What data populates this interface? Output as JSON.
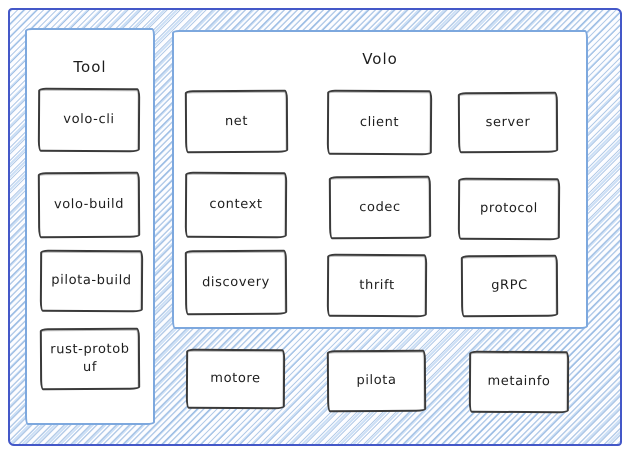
{
  "diagram": {
    "style": "hand-drawn-sketch",
    "colors": {
      "frame_border": "#4458c8",
      "hatch_line": "#6e9bd2",
      "hatch_line_light": "#a5c8ee",
      "panel_border": "#7da8de",
      "node_border": "#3a3a3a",
      "node_fill": "#ffffff",
      "text": "#1d1d1d"
    },
    "tool_panel": {
      "title": "Tool",
      "items": [
        "volo-cli",
        "volo-build",
        "pilota-build",
        "rust-protobuf"
      ]
    },
    "volo_panel": {
      "title": "Volo",
      "items": [
        "net",
        "client",
        "server",
        "context",
        "codec",
        "protocol",
        "discovery",
        "thrift",
        "gRPC"
      ]
    },
    "standalone_boxes": [
      "motore",
      "pilota",
      "metainfo"
    ]
  }
}
